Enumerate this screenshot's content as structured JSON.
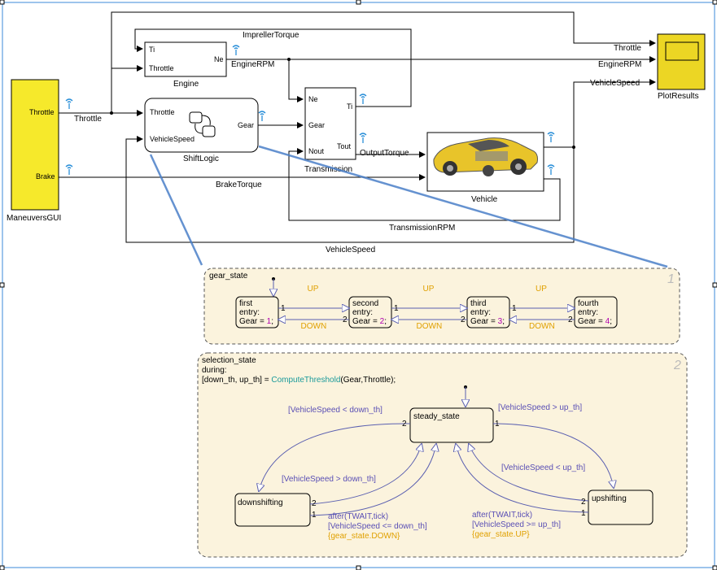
{
  "blocks": {
    "maneuvers_gui": {
      "label": "ManeuversGUI",
      "out_throttle": "Throttle",
      "out_brake": "Brake"
    },
    "engine": {
      "label": "Engine",
      "in_ti": "Ti",
      "in_throttle": "Throttle",
      "out_ne": "Ne"
    },
    "shift_logic": {
      "label": "ShiftLogic",
      "in_throttle": "Throttle",
      "in_vehicle_speed": "VehicleSpeed",
      "out_gear": "Gear"
    },
    "transmission": {
      "label": "Transmission",
      "in_ne": "Ne",
      "in_gear": "Gear",
      "in_nout": "Nout",
      "out_ti": "Ti",
      "out_tout": "Tout"
    },
    "vehicle": {
      "label": "Vehicle"
    },
    "plot_results": {
      "label": "PlotResults"
    }
  },
  "signals": {
    "impeller_torque": "ImprellerTorque",
    "engine_rpm": "EngineRPM",
    "engine_rpm_right": "EngineRPM",
    "throttle_left": "Throttle",
    "throttle_right": "Throttle",
    "vehicle_speed_right": "VehicleSpeed",
    "output_torque": "OutputTorque",
    "brake_torque": "BrakeTorque",
    "transmission_rpm": "TransmissionRPM",
    "vehicle_speed_bottom": "VehicleSpeed"
  },
  "gear_state": {
    "title": "gear_state",
    "number": "1",
    "states": [
      {
        "name": "first",
        "entry": "entry:",
        "gear": "Gear = ",
        "value": "1",
        "end": ";"
      },
      {
        "name": "second",
        "entry": "entry:",
        "gear": "Gear = ",
        "value": "2",
        "end": ";"
      },
      {
        "name": "third",
        "entry": "entry:",
        "gear": "Gear = ",
        "value": "3",
        "end": ";"
      },
      {
        "name": "fourth",
        "entry": "entry:",
        "gear": "Gear = ",
        "value": "4",
        "end": ";"
      }
    ],
    "up_labels": [
      "UP",
      "UP",
      "UP"
    ],
    "down_labels": [
      "DOWN",
      "DOWN",
      "DOWN"
    ],
    "prio_1": "1",
    "prio_2": "2"
  },
  "selection_state": {
    "title": "selection_state",
    "number": "2",
    "during": "during:",
    "during_code_prefix": "[down_th, up_th] = ",
    "during_func": "ComputeThreshold",
    "during_code_suffix": "(Gear,Throttle);",
    "steady_state": "steady_state",
    "downshifting": "downshifting",
    "upshifting": "upshifting",
    "cond_down": "[VehicleSpeed < down_th]",
    "cond_up": "[VehicleSpeed > up_th]",
    "cond_down_cancel": "[VehicleSpeed > down_th]",
    "cond_up_cancel": "[VehicleSpeed < up_th]",
    "down_after": "after(TWAIT,tick)",
    "down_cond": "[VehicleSpeed <= down_th]",
    "down_action": "{gear_state.DOWN}",
    "up_after": "after(TWAIT,tick)",
    "up_cond": "[VehicleSpeed >= up_th]",
    "up_action": "{gear_state.UP}",
    "p1": "1",
    "p2": "2"
  },
  "colors": {
    "gui_yellow": "#f6e92b",
    "plot_yellow": "#ecd624",
    "chart_bg": "#fbf3dd",
    "callout_blue": "#4a7fc8",
    "transition_text": "#5a4fb5",
    "event_orange": "#e0a000",
    "function_teal": "#1a9a9a",
    "value_purple": "#b000b0",
    "wifi_blue": "#2a8fd8"
  }
}
